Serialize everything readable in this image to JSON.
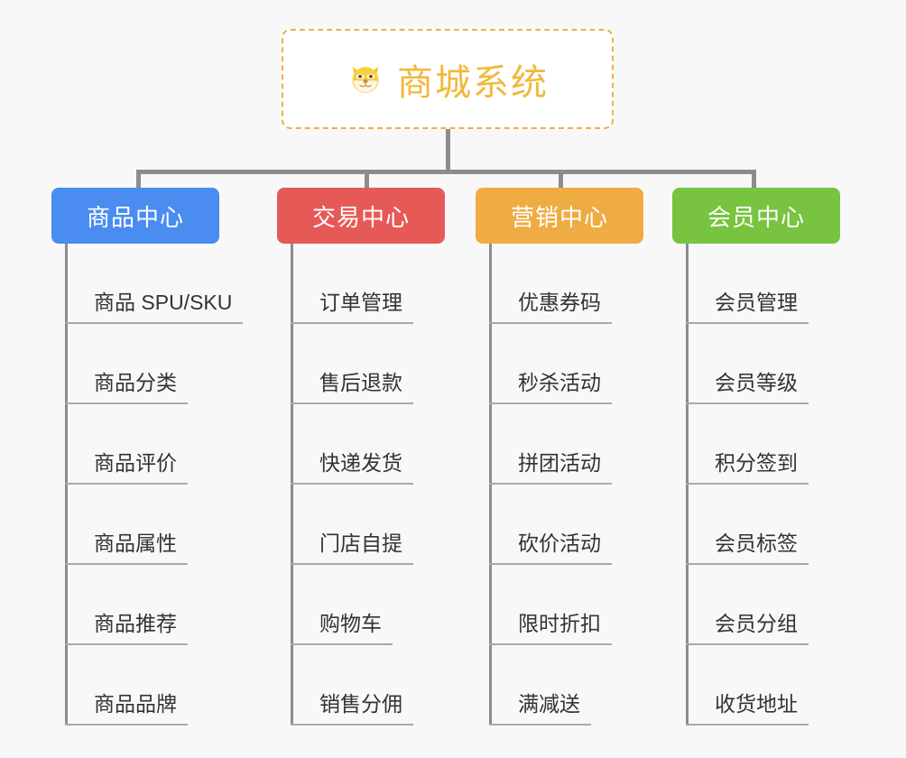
{
  "canvas": {
    "background_color": "#f8f8f8",
    "connector_color": "#8c8c8c"
  },
  "root": {
    "title": "商城系统",
    "icon": "shiba-dog-face-icon",
    "text_color": "#f0b93c",
    "border_color": "#e8b348",
    "background_color": "#ffffff"
  },
  "branches": [
    {
      "title": "商品中心",
      "color": "#4a8cf0",
      "items": [
        "商品 SPU/SKU",
        "商品分类",
        "商品评价",
        "商品属性",
        "商品推荐",
        "商品品牌"
      ]
    },
    {
      "title": "交易中心",
      "color": "#e55a57",
      "items": [
        "订单管理",
        "售后退款",
        "快递发货",
        "门店自提",
        "购物车",
        "销售分佣"
      ]
    },
    {
      "title": "营销中心",
      "color": "#eeac43",
      "items": [
        "优惠券码",
        "秒杀活动",
        "拼团活动",
        "砍价活动",
        "限时折扣",
        "满减送"
      ]
    },
    {
      "title": "会员中心",
      "color": "#78c440",
      "items": [
        "会员管理",
        "会员等级",
        "积分签到",
        "会员标签",
        "会员分组",
        "收货地址"
      ]
    }
  ]
}
